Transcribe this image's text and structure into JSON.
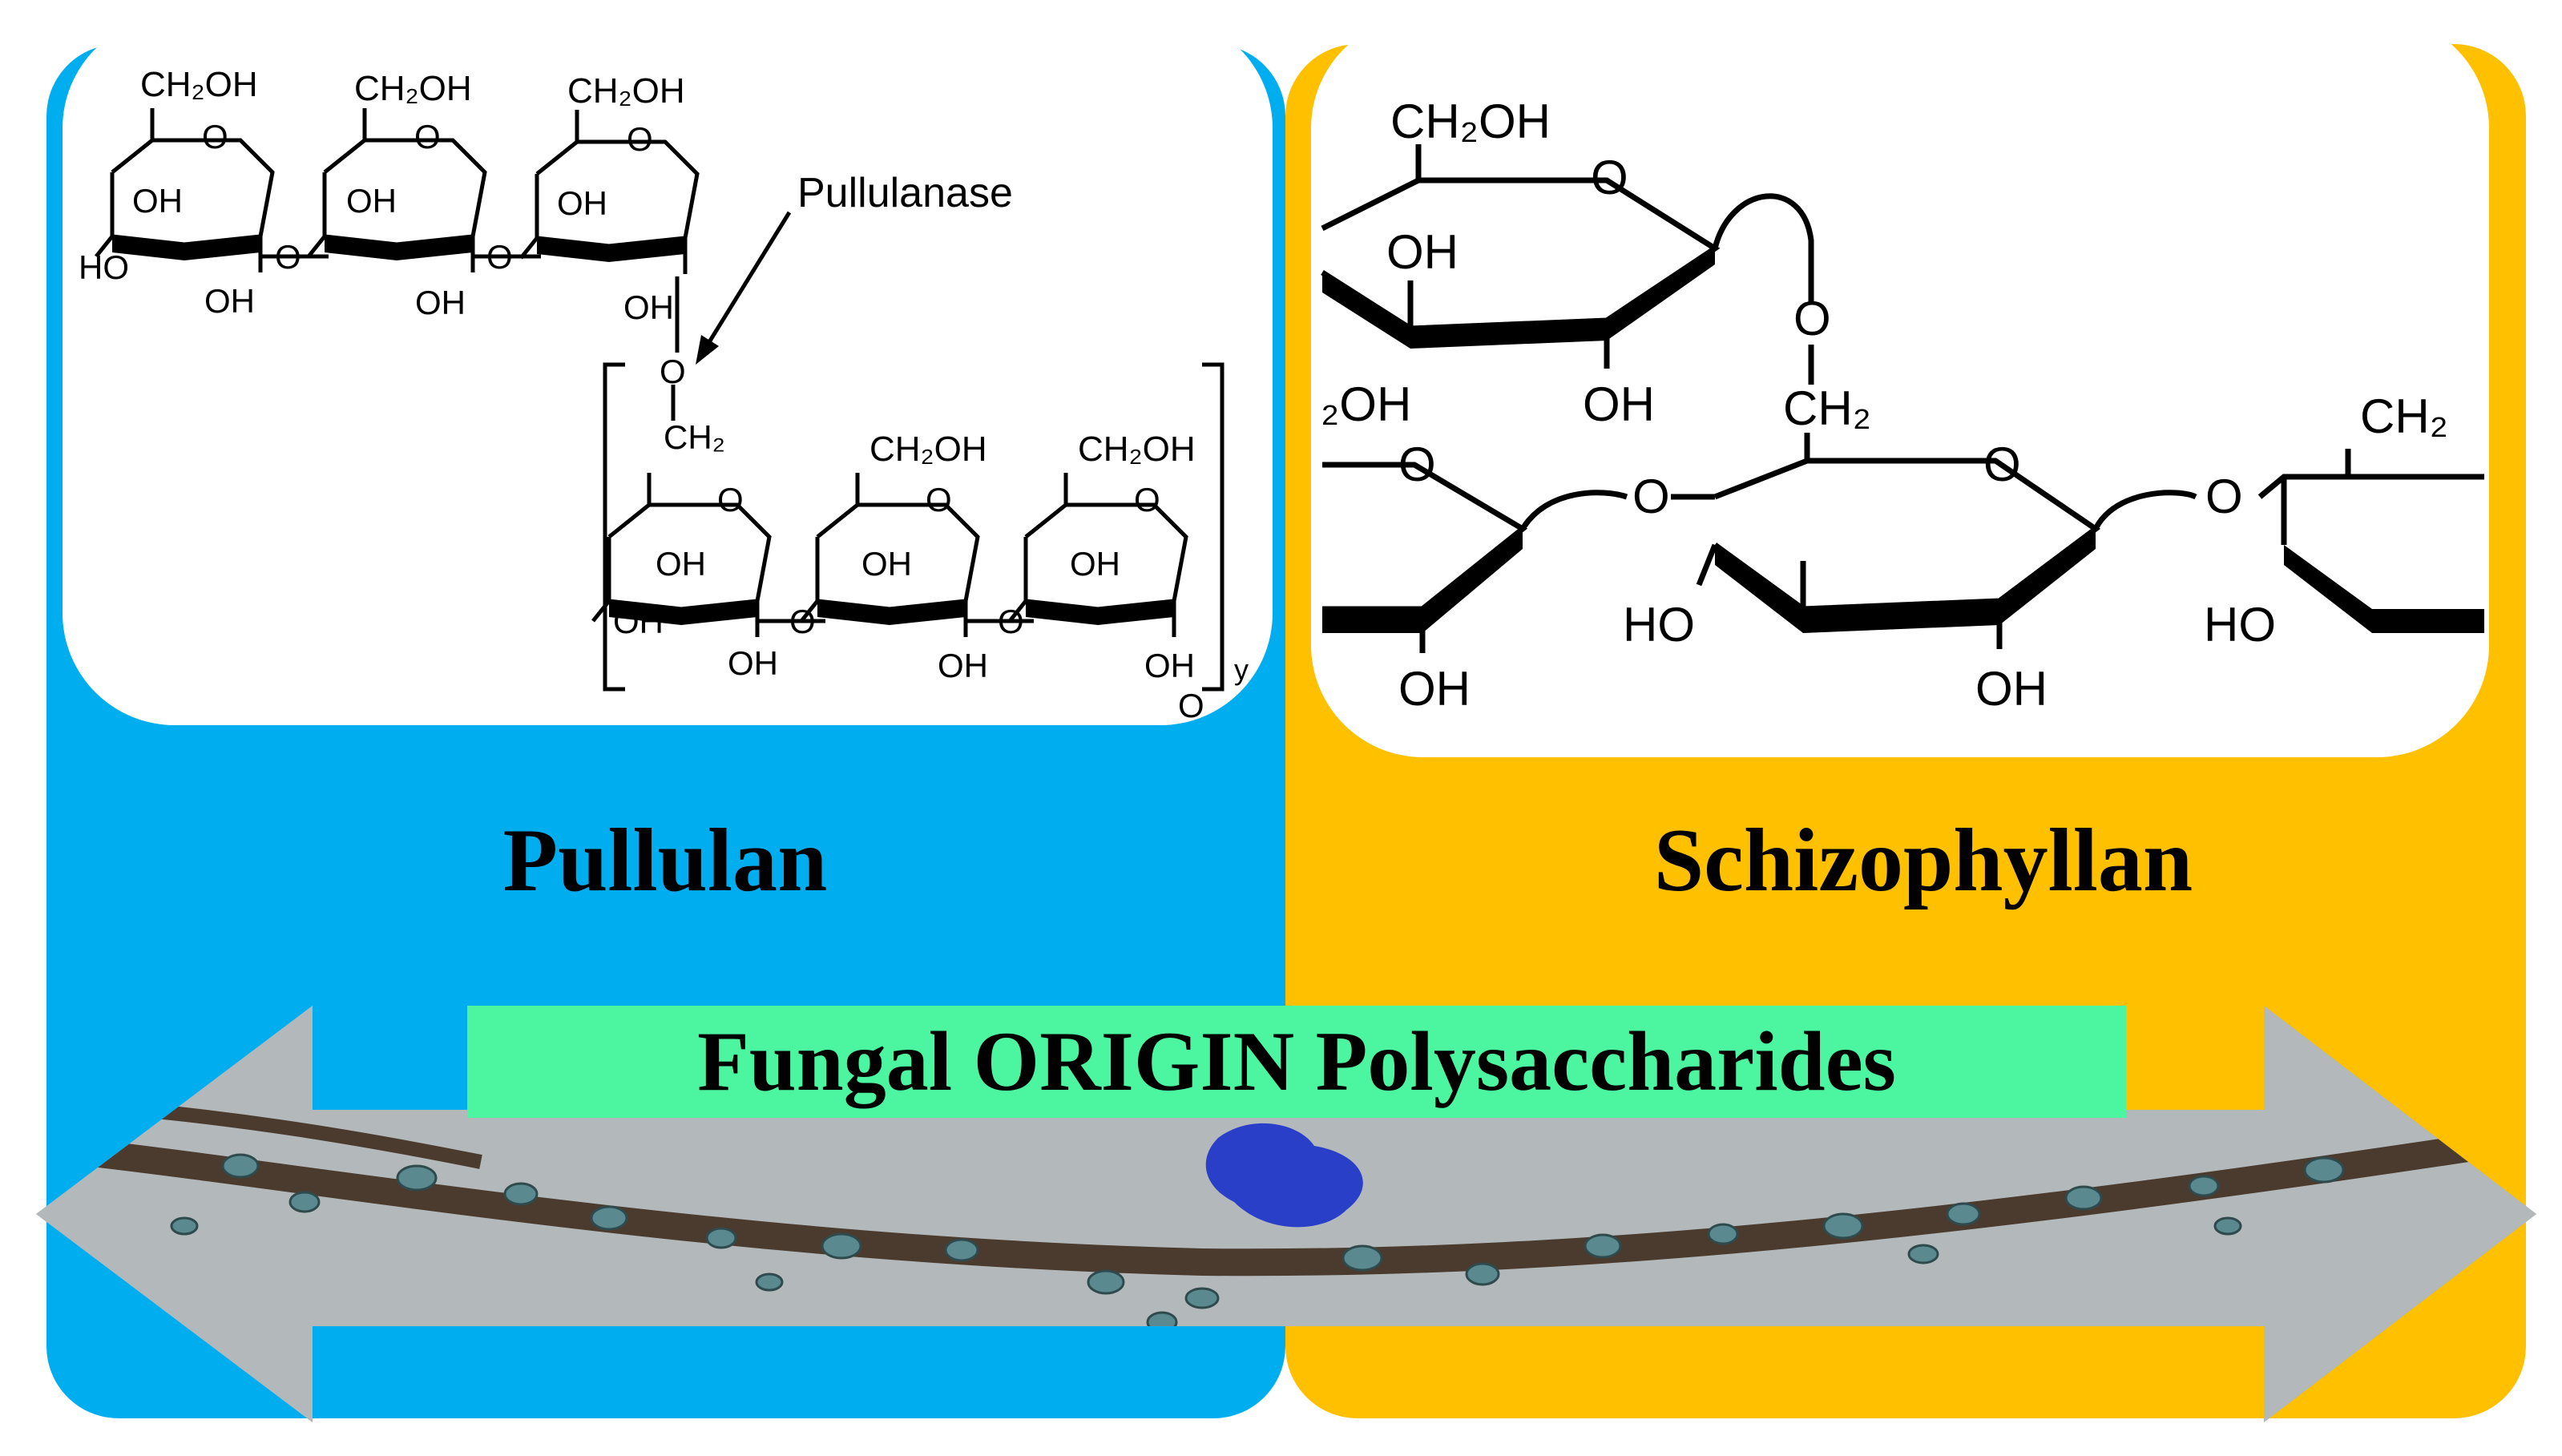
{
  "colors": {
    "left_panel": "#00AEEF",
    "right_panel": "#FFC000",
    "banner": "#4CF5A0",
    "arrow": "#9E9E9E",
    "micrograph_bg": "#B3B9BB",
    "hypha": "#4A3B2E",
    "spore": "#5A8A8F",
    "stain": "#2A3FC8"
  },
  "left": {
    "title": "Pullulan",
    "enzyme_label": "Pullulanase",
    "ch2oh": "CH₂OH",
    "ch2": "CH₂",
    "oh": "OH",
    "ho": "HO",
    "o": "O",
    "repeat_subscript": "y"
  },
  "right": {
    "title": "Schizophyllan",
    "ch2oh": "CH₂OH",
    "ch2oh_partial": "₂OH",
    "ch2": "CH₂",
    "ch2_partial": "CH₂",
    "oh": "OH",
    "ho": "HO",
    "o": "O"
  },
  "banner": {
    "text": "Fungal ORIGIN Polysaccharides"
  },
  "icons": {
    "arrow": "double-headed-arrow-icon",
    "micrograph": "fungal-hyphae-micrograph"
  }
}
